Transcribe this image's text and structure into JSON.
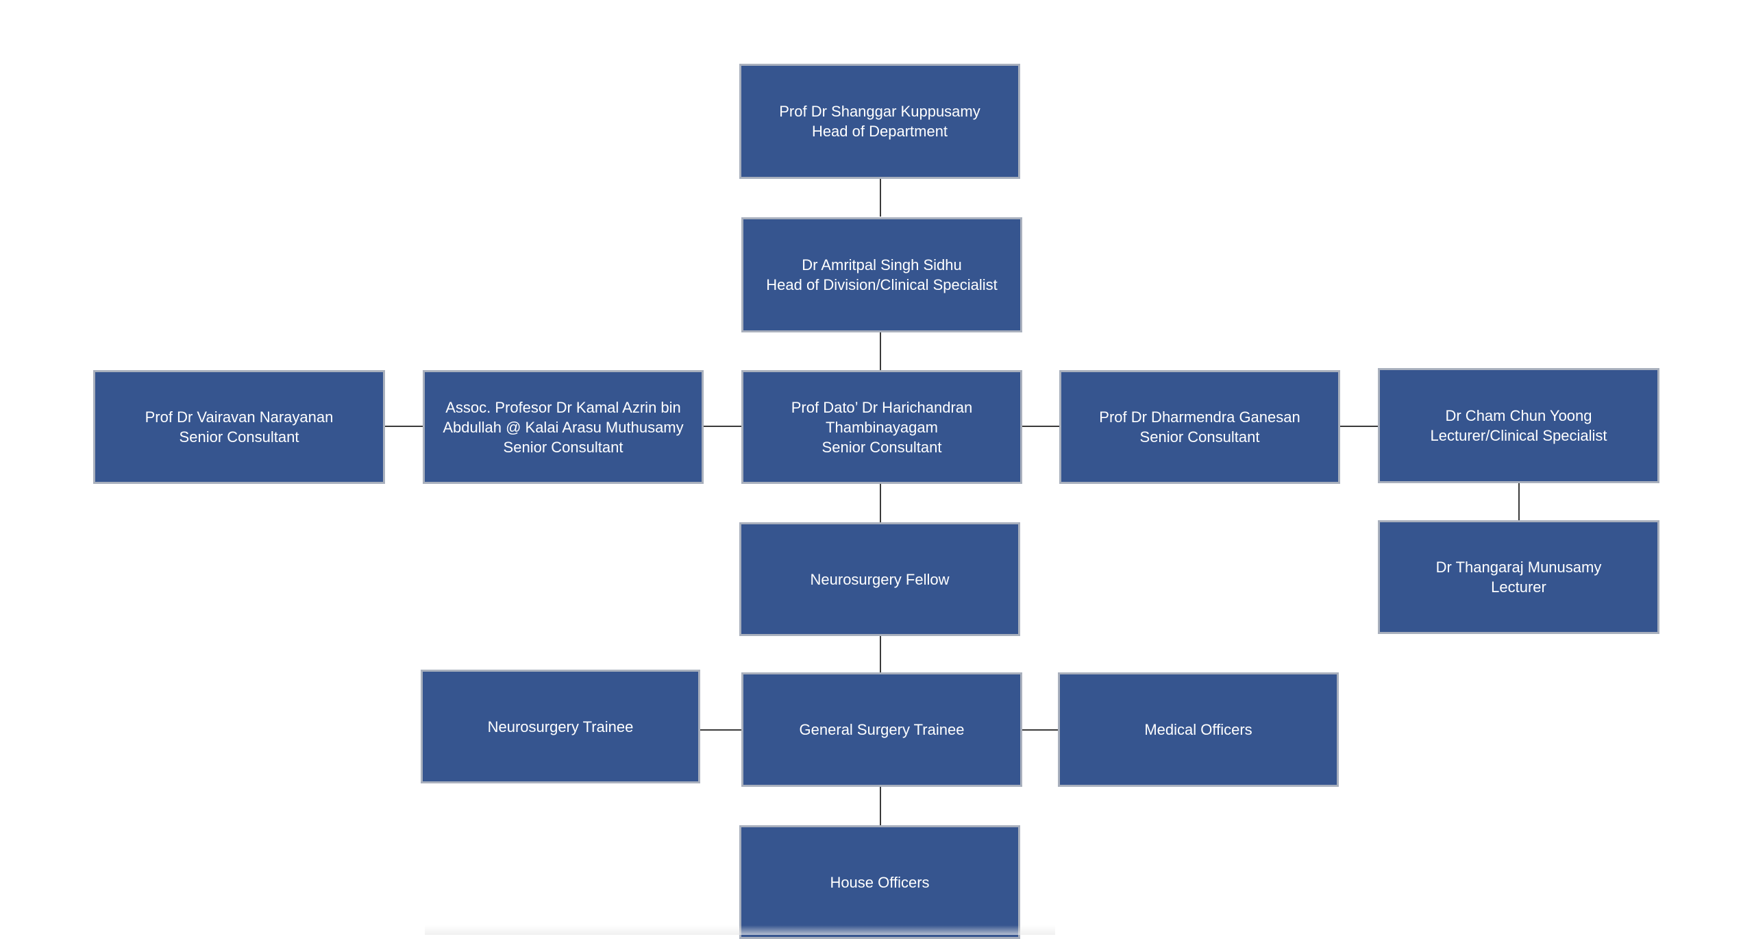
{
  "org_chart": {
    "head": {
      "label": "Prof Dr Shanggar Kuppusamy\nHead of Department"
    },
    "division_head": {
      "label": "Dr Amritpal Singh Sidhu\nHead of Division/Clinical Specialist"
    },
    "consultant_vairavan": {
      "label": "Prof Dr Vairavan Narayanan\nSenior Consultant"
    },
    "consultant_kamal": {
      "label": "Assoc. Profesor Dr Kamal Azrin bin\nAbdullah @ Kalai Arasu Muthusamy\nSenior Consultant"
    },
    "consultant_harichandran": {
      "label": "Prof Dato’ Dr Harichandran\nThambinayagam\nSenior Consultant"
    },
    "consultant_dharmendra": {
      "label": "Prof Dr  Dharmendra Ganesan\nSenior Consultant"
    },
    "lecturer_cham": {
      "label": "Dr Cham Chun Yoong\nLecturer/Clinical Specialist"
    },
    "lecturer_thangaraj": {
      "label": "Dr Thangaraj Munusamy\nLecturer"
    },
    "fellow": {
      "label": "Neurosurgery Fellow"
    },
    "neuro_trainee": {
      "label": "Neurosurgery Trainee"
    },
    "gs_trainee": {
      "label": "General Surgery Trainee"
    },
    "medical_officers": {
      "label": "Medical Officers"
    },
    "house_officers": {
      "label": "House Officers"
    }
  },
  "colors": {
    "box_fill": "#36558f",
    "box_border": "#a9b0bd",
    "text": "#ffffff",
    "connector": "#3a3a3a"
  }
}
